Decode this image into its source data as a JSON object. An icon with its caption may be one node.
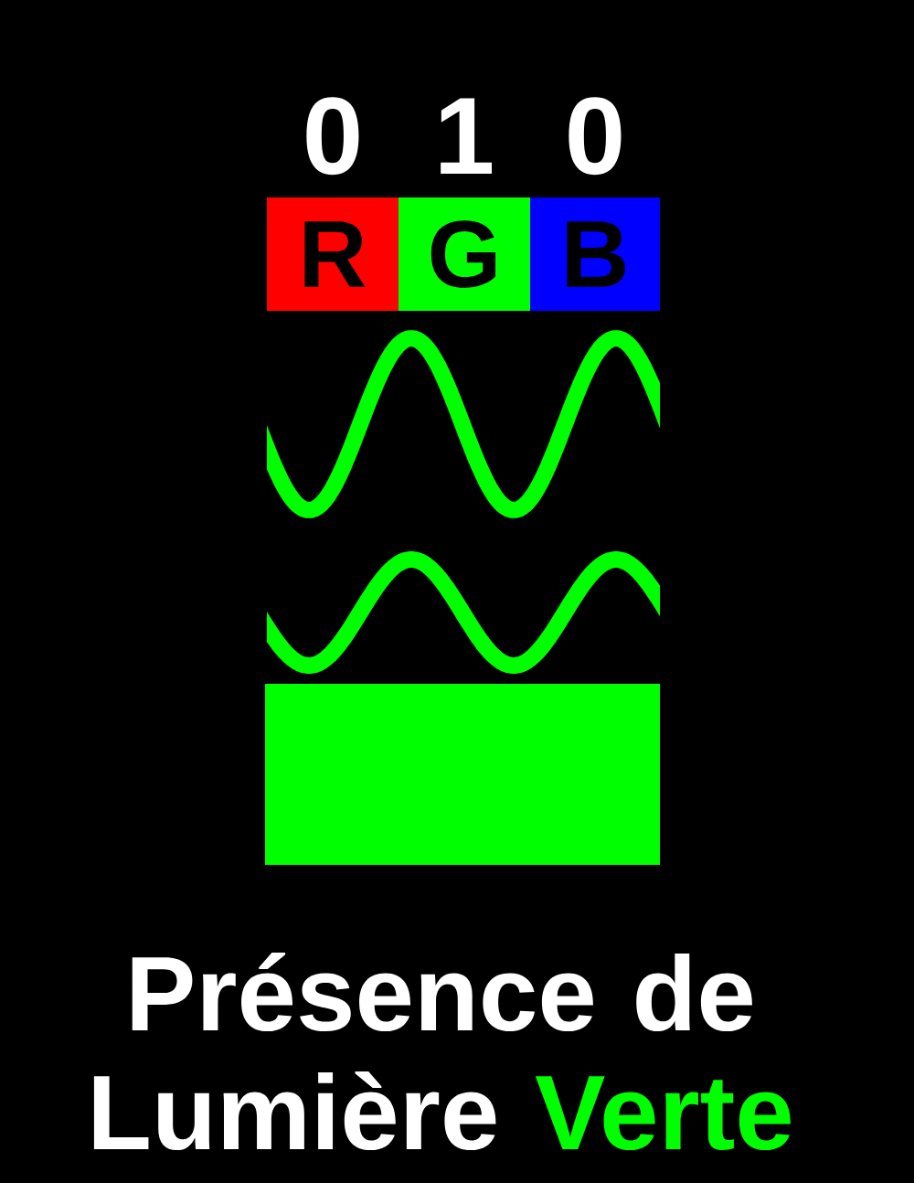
{
  "diagram": {
    "nodes": [
      {
        "text": [
          "R"
        ],
        "beside": [
          "0"
        ]
      },
      {
        "text": [
          "G"
        ],
        "beside": [
          "1"
        ]
      },
      {
        "text": [
          "B"
        ],
        "beside": [
          "0"
        ]
      },
      {
        "text": [],
        "shape": "box"
      }
    ],
    "caption": "Présence de Lumière Verte"
  }
}
